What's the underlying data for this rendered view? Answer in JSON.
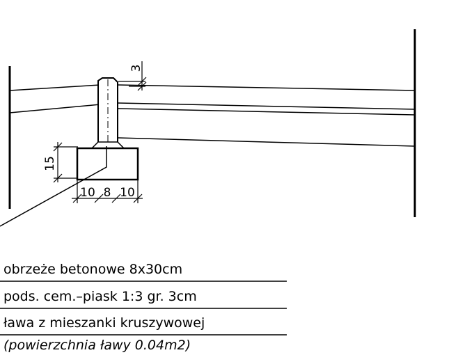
{
  "dimensions": {
    "top": "3",
    "left": "15",
    "bottom": [
      "10",
      "8",
      "10"
    ]
  },
  "labels": [
    "obrzeże betonowe 8x30cm",
    "pods. cem.–piask 1:3 gr. 3cm",
    "ława z mieszanki kruszywowej",
    "(powierzchnia ławy 0.04m2)"
  ]
}
